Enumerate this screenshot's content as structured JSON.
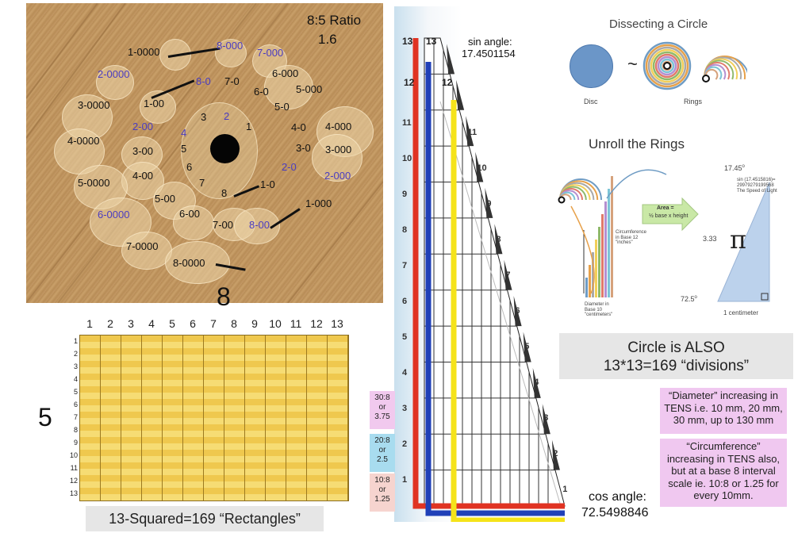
{
  "photo": {
    "ratio_title": "8:5 Ratio",
    "ratio_value": "1.6",
    "labels": [
      {
        "t": "1-0000",
        "c": "k"
      },
      {
        "t": "8-000",
        "c": "b"
      },
      {
        "t": "7-000",
        "c": "b"
      },
      {
        "t": "2-0000",
        "c": "b"
      },
      {
        "t": "8-0",
        "c": "b"
      },
      {
        "t": "7-0",
        "c": "k"
      },
      {
        "t": "6-000",
        "c": "k"
      },
      {
        "t": "6-0",
        "c": "k"
      },
      {
        "t": "5-000",
        "c": "k"
      },
      {
        "t": "3-0000",
        "c": "k"
      },
      {
        "t": "1-00",
        "c": "k"
      },
      {
        "t": "5-0",
        "c": "k"
      },
      {
        "t": "3",
        "c": "k"
      },
      {
        "t": "2",
        "c": "b"
      },
      {
        "t": "1",
        "c": "k"
      },
      {
        "t": "2-00",
        "c": "b"
      },
      {
        "t": "4",
        "c": "b"
      },
      {
        "t": "4-0",
        "c": "k"
      },
      {
        "t": "4-000",
        "c": "k"
      },
      {
        "t": "4-0000",
        "c": "k"
      },
      {
        "t": "5",
        "c": "k"
      },
      {
        "t": "3-0",
        "c": "k"
      },
      {
        "t": "3-000",
        "c": "k"
      },
      {
        "t": "3-00",
        "c": "k"
      },
      {
        "t": "6",
        "c": "k"
      },
      {
        "t": "2-0",
        "c": "b"
      },
      {
        "t": "2-000",
        "c": "b"
      },
      {
        "t": "4-00",
        "c": "k"
      },
      {
        "t": "5-0000",
        "c": "k"
      },
      {
        "t": "7",
        "c": "k"
      },
      {
        "t": "1-0",
        "c": "k"
      },
      {
        "t": "8",
        "c": "k"
      },
      {
        "t": "5-00",
        "c": "k"
      },
      {
        "t": "6-0000",
        "c": "b"
      },
      {
        "t": "1-000",
        "c": "k"
      },
      {
        "t": "6-00",
        "c": "k"
      },
      {
        "t": "7-00",
        "c": "k"
      },
      {
        "t": "8-00",
        "c": "b"
      },
      {
        "t": "7-0000",
        "c": "k"
      },
      {
        "t": "8-0000",
        "c": "k"
      }
    ]
  },
  "grid": {
    "top_label": "8",
    "side_label": "5",
    "columns": [
      "1",
      "2",
      "3",
      "4",
      "5",
      "6",
      "7",
      "8",
      "9",
      "10",
      "11",
      "12",
      "13"
    ],
    "rows": [
      "1",
      "2",
      "3",
      "4",
      "5",
      "6",
      "7",
      "8",
      "9",
      "10",
      "11",
      "12",
      "13"
    ],
    "caption": "13-Squared=169 “Rectangles”"
  },
  "triangle": {
    "sin_label": "sin angle:",
    "sin_value": "17.4501154",
    "cos_label": "cos angle:",
    "cos_value": "72.5498846",
    "top_numbers": [
      "13",
      "13",
      "12",
      "12"
    ],
    "scale_numbers": [
      "11",
      "10",
      "9",
      "8",
      "7",
      "6",
      "5",
      "4",
      "3",
      "2",
      "1",
      "1",
      "2",
      "3",
      "4",
      "5",
      "6",
      "7",
      "8",
      "9",
      "10",
      "11"
    ],
    "line_colors": {
      "red": "#e03322",
      "blue": "#2040b8",
      "yellow": "#f5e31a"
    }
  },
  "ratios": [
    {
      "t1": "30:8",
      "t2": "or",
      "t3": "3.75",
      "bg": "#f1c9ee"
    },
    {
      "t1": "20:8",
      "t2": "or",
      "t3": "2.5",
      "bg": "#a8dcef"
    },
    {
      "t1": "10:8",
      "t2": "or",
      "t3": "1.25",
      "bg": "#f6d4cf"
    }
  ],
  "dissect": {
    "title": "Dissecting a Circle",
    "tilde": "~",
    "disc_label": "Disc",
    "rings_label": "Rings",
    "unroll_title": "Unroll the Rings",
    "circ_note": "Circumference in Base 12 \"inches\"",
    "diam_note": "Diameter in Base 10 \"centimeters\"",
    "area_label": "Area =",
    "area_formula": "½ base x height",
    "angle_top": "17.45",
    "speed_note_1": "sin (17.4515816)=",
    "speed_note_2": "29979279199568",
    "speed_note_3": "The Speed of Light",
    "height_label": "3.33",
    "pi": "π",
    "angle_bottom": "72.5",
    "deg": "o",
    "base_label": "1 centimeter"
  },
  "info": {
    "circle_line1": "Circle is ALSO",
    "circle_line2": "13*13=169 “divisions”",
    "diameter_note": "“Diameter” increasing in TENS i.e. 10 mm, 20 mm, 30 mm, up to 130 mm",
    "circ_note": "“Circumference” increasing in TENS also, but at a base 8 interval scale ie. 10:8 or 1.25 for every 10mm."
  },
  "colors": {
    "panel_grey": "#e6e6e6",
    "panel_pink": "#f0c8f0",
    "photo_wheat": "#c09560"
  }
}
